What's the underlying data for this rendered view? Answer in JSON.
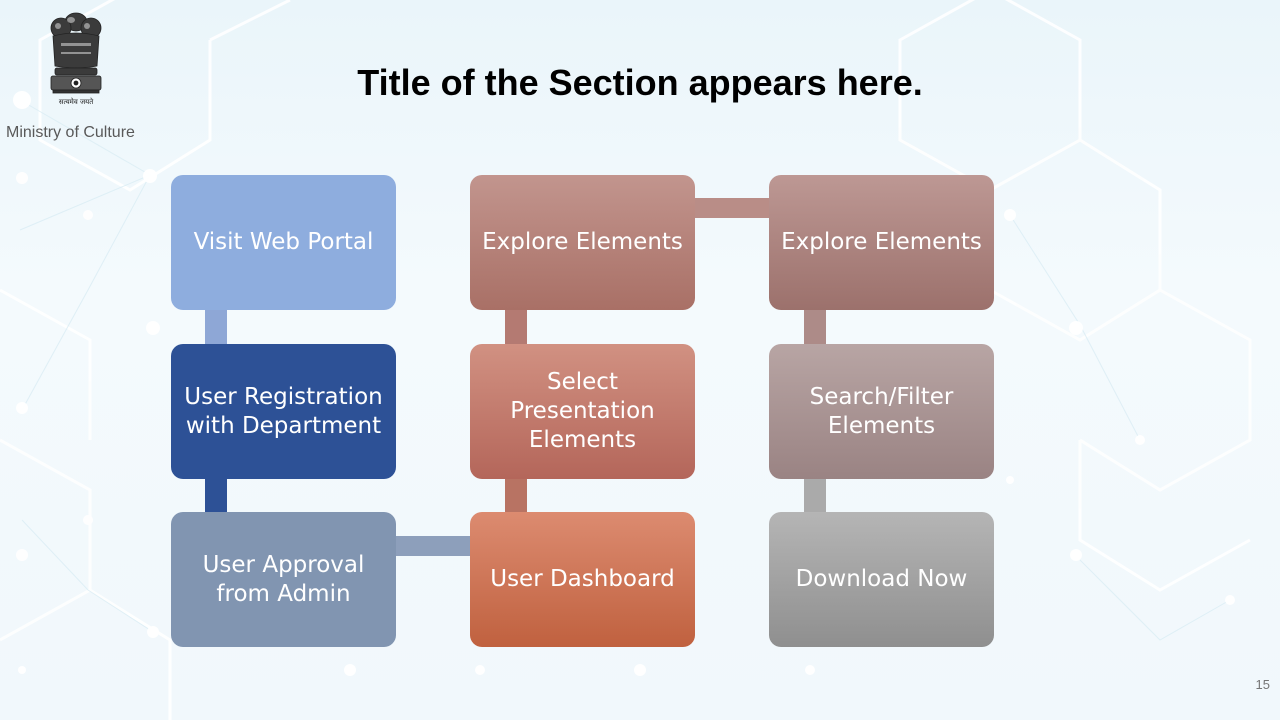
{
  "header": {
    "ministry_label": "Ministry of Culture",
    "title": "Title of the Section appears here.",
    "emblem_motto": "सत्यमेव जयते"
  },
  "colors": {
    "box_light_blue": "#8eadde",
    "box_dark_blue": "#2d5196",
    "box_gray_blue": "#8195b1",
    "box_rose": "#b67c72",
    "box_salmon": "#c9796a",
    "box_orange": "#d07252",
    "box_mauve": "#a68682",
    "box_taupe": "#a79394",
    "box_gray": "#9e9e9e",
    "connector_blue": "#8ea7d6",
    "connector_navy": "#2d5196",
    "connector_rose": "#b47a72",
    "connector_gray": "#aaaaaa"
  },
  "flow": {
    "col1": [
      {
        "label": "Visit Web Portal"
      },
      {
        "label": "User Registration with Department"
      },
      {
        "label": "User Approval from Admin"
      }
    ],
    "col2": [
      {
        "label": "Explore Elements"
      },
      {
        "label": "Select Presentation Elements"
      },
      {
        "label": "User Dashboard"
      }
    ],
    "col3": [
      {
        "label": "Explore Elements"
      },
      {
        "label": "Search/Filter Elements"
      },
      {
        "label": "Download Now"
      }
    ]
  },
  "footer": {
    "page_number": "15"
  }
}
